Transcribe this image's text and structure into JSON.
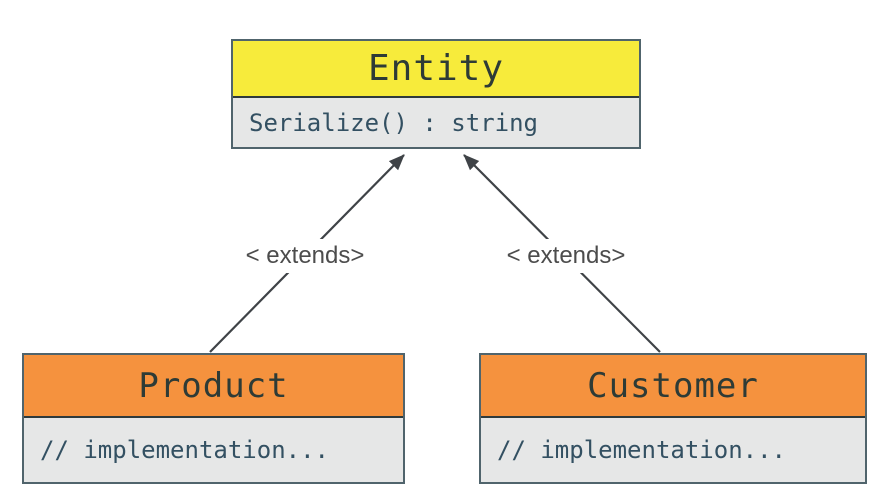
{
  "diagram": {
    "type": "uml-class-inheritance",
    "colors": {
      "background": "#ffffff",
      "yellow": "#f7eb3b",
      "orange": "#f5923e",
      "body_gray": "#e6e7e7",
      "border": "#50646c",
      "divider": "#2f3a3c",
      "title_text": "#2e3b36",
      "code_text": "#335062",
      "arrow": "#3f4347",
      "label_text": "#4c4c4c"
    },
    "classes": [
      {
        "id": "entity",
        "name": "Entity",
        "member": "Serialize() : string",
        "header_color": "#f7eb3b"
      },
      {
        "id": "product",
        "name": "Product",
        "member": "// implementation...",
        "header_color": "#f5923e"
      },
      {
        "id": "customer",
        "name": "Customer",
        "member": "// implementation...",
        "header_color": "#f5923e"
      }
    ],
    "relations": [
      {
        "from": "Product",
        "to": "Entity",
        "label": "< extends>"
      },
      {
        "from": "Customer",
        "to": "Entity",
        "label": "< extends>"
      }
    ]
  }
}
